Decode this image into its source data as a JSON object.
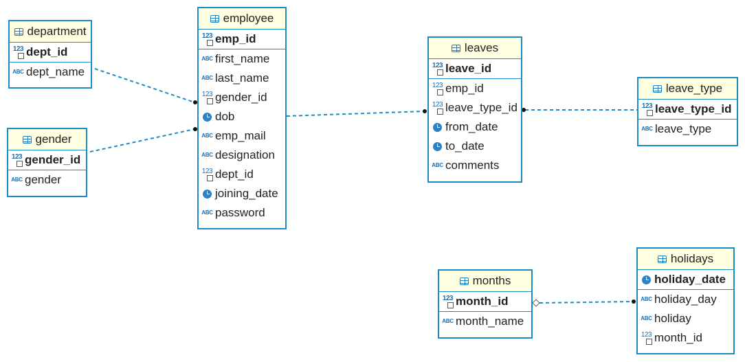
{
  "entities": {
    "department": {
      "title": "department",
      "pk": [
        {
          "name": "dept_id",
          "type": "num"
        }
      ],
      "cols": [
        {
          "name": "dept_name",
          "type": "abc"
        }
      ]
    },
    "gender": {
      "title": "gender",
      "pk": [
        {
          "name": "gender_id",
          "type": "num"
        }
      ],
      "cols": [
        {
          "name": "gender",
          "type": "abc"
        }
      ]
    },
    "employee": {
      "title": "employee",
      "pk": [
        {
          "name": "emp_id",
          "type": "num"
        }
      ],
      "cols": [
        {
          "name": "first_name",
          "type": "abc"
        },
        {
          "name": "last_name",
          "type": "abc"
        },
        {
          "name": "gender_id",
          "type": "num"
        },
        {
          "name": "dob",
          "type": "clock"
        },
        {
          "name": "emp_mail",
          "type": "abc"
        },
        {
          "name": "designation",
          "type": "abc"
        },
        {
          "name": "dept_id",
          "type": "num"
        },
        {
          "name": "joining_date",
          "type": "clock"
        },
        {
          "name": "password",
          "type": "abc"
        }
      ]
    },
    "leaves": {
      "title": "leaves",
      "pk": [
        {
          "name": "leave_id",
          "type": "num"
        }
      ],
      "cols": [
        {
          "name": "emp_id",
          "type": "num"
        },
        {
          "name": "leave_type_id",
          "type": "num"
        },
        {
          "name": "from_date",
          "type": "clock"
        },
        {
          "name": "to_date",
          "type": "clock"
        },
        {
          "name": "comments",
          "type": "abc"
        }
      ]
    },
    "leave_type": {
      "title": "leave_type",
      "pk": [
        {
          "name": "leave_type_id",
          "type": "num"
        }
      ],
      "cols": [
        {
          "name": "leave_type",
          "type": "abc"
        }
      ]
    },
    "months": {
      "title": "months",
      "pk": [
        {
          "name": "month_id",
          "type": "num"
        }
      ],
      "cols": [
        {
          "name": "month_name",
          "type": "abc"
        }
      ]
    },
    "holidays": {
      "title": "holidays",
      "pk": [
        {
          "name": "holiday_date",
          "type": "clock"
        }
      ],
      "cols": [
        {
          "name": "holiday_day",
          "type": "abc"
        },
        {
          "name": "holiday",
          "type": "abc"
        },
        {
          "name": "month_id",
          "type": "num"
        }
      ]
    }
  },
  "icon_text": {
    "num": "123",
    "abc": "ABC"
  },
  "colors": {
    "border": "#1b8ac5",
    "header_bg": "#ffffe1",
    "link": "#1b8ac5",
    "icon": "#1a6fb0"
  }
}
